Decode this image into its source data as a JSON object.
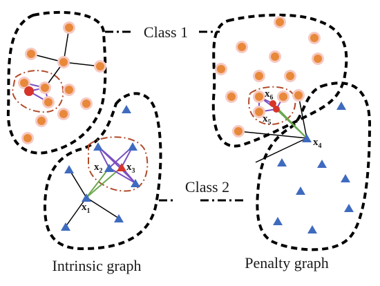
{
  "labels": {
    "class1": "Class 1",
    "class2": "Class 2",
    "intrinsic_graph": "Intrinsic graph",
    "penalty_graph": "Penalty graph"
  },
  "points": {
    "x1": {
      "base": "x",
      "sub": "1"
    },
    "x2": {
      "base": "x",
      "sub": "2"
    },
    "x3": {
      "base": "x",
      "sub": "3"
    },
    "x4": {
      "base": "x",
      "sub": "4"
    },
    "x5": {
      "base": "x",
      "sub": "5"
    },
    "x6": {
      "base": "x",
      "sub": "6"
    }
  },
  "colors": {
    "class1_point": "#e8893a",
    "class1_halo": "#f6c9c2",
    "class2_point": "#3f6bbf",
    "highlight_red": "#d6332a",
    "edge_black": "#000000",
    "edge_purple": "#7a4fc0",
    "edge_green": "#6aa84f",
    "boundary_dash": "#000000",
    "neighborhood_dash": "#b04a2a"
  }
}
